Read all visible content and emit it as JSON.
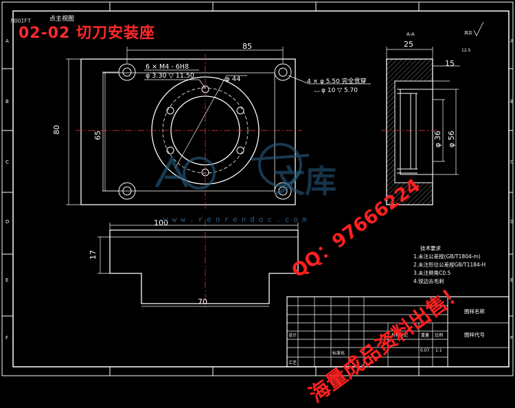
{
  "title": "02-02 切刀安装座",
  "corner_tag": "MOOIFT",
  "top_label": "点主视图",
  "side_view_label": "A-A",
  "roughness_note": "其余",
  "roughness_value": "12.5",
  "zone_rows": [
    "A",
    "B",
    "C",
    "D",
    "E",
    "F"
  ],
  "dims": {
    "w85": "85",
    "h80": "80",
    "h65": "65",
    "dia44": "φ 44",
    "hole_spec_line1": "6 × M4 - 6H8",
    "hole_spec_line2": "φ 3.30 ▽ 11.50",
    "cbore_line1": "4 × φ 5.50 完全贯穿",
    "cbore_line2": "⌴ φ 10 ▽ 5.70",
    "w25": "25",
    "w15": "15",
    "d36": "φ 36",
    "d56": "φ 56",
    "w100": "100",
    "h17": "17",
    "w70": "70"
  },
  "tech_req": {
    "title": "技术要求",
    "lines": [
      "1.未注公差按(GB/T1804-m)",
      "2.未注形位公差按GB/T1184-H",
      "3.未注倒角C0.5",
      "4.锐边去毛刺"
    ]
  },
  "title_block": {
    "drawing_name": "图样名称",
    "drawing_no": "图样代号",
    "material": "材料标记",
    "scale": "比例",
    "weight": "重量",
    "scale_val": "1:1",
    "weight_val": "0.07",
    "designer": "设计",
    "process": "工艺",
    "standard": "标准化"
  },
  "watermark": {
    "logo": "文库",
    "url": "www.renrendoc.com"
  },
  "promo": {
    "line1": "QQ：97666224",
    "line2": "海量成品资料出售！"
  },
  "colors": {
    "background": "#000000",
    "line": "#ffffff",
    "centerline": "#ff3b3b",
    "dim": "#ffffff",
    "title": "#ff2a2a",
    "watermark": "#2a5f86"
  }
}
